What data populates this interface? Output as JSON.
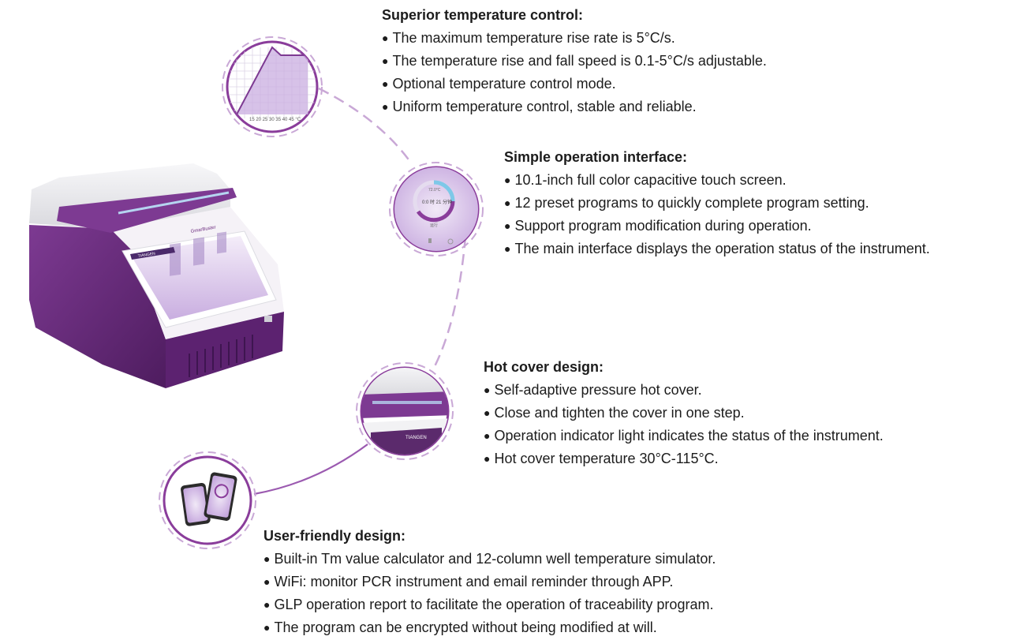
{
  "sections": [
    {
      "title": "Superior temperature control:",
      "items": [
        "The maximum temperature rise rate is 5°C/s.",
        "The temperature rise and fall speed is 0.1-5°C/s adjustable.",
        "Optional temperature control mode.",
        "Uniform temperature control, stable and reliable."
      ]
    },
    {
      "title": "Simple operation interface:",
      "items": [
        "10.1-inch full color capacitive touch screen.",
        "12 preset programs to quickly complete program setting.",
        "Support program modification during operation.",
        "The main interface displays the operation status of the instrument."
      ]
    },
    {
      "title": "Hot cover design:",
      "items": [
        "Self-adaptive pressure hot cover.",
        "Close and tighten the cover in one step.",
        "Operation indicator light indicates the status of the instrument.",
        "Hot cover temperature 30°C-115°C."
      ]
    },
    {
      "title": "User-friendly design:",
      "items": [
        "Built-in Tm value calculator and 12-column well temperature simulator.",
        "WiFi: monitor PCR instrument and email reminder through APP.",
        "GLP operation report to facilitate the operation of traceability program.",
        "The program can be encrypted without being modified at will."
      ]
    }
  ],
  "graphics": {
    "chart_axis_ticks": "15 20 25 30 35 40 45 °C",
    "screen_brand": "TIANGEN",
    "cover_logo": "GmarBuster",
    "phone_temp": "72.0°C",
    "phone_timer": "0:0 时 21 分钟",
    "phone_status": "运行"
  },
  "colors": {
    "accent": "#8a3d9b",
    "body_purple": "#6b2a7e",
    "screen_lavender": "#d9c6ec",
    "dashed_line": "#c9a8d6"
  }
}
